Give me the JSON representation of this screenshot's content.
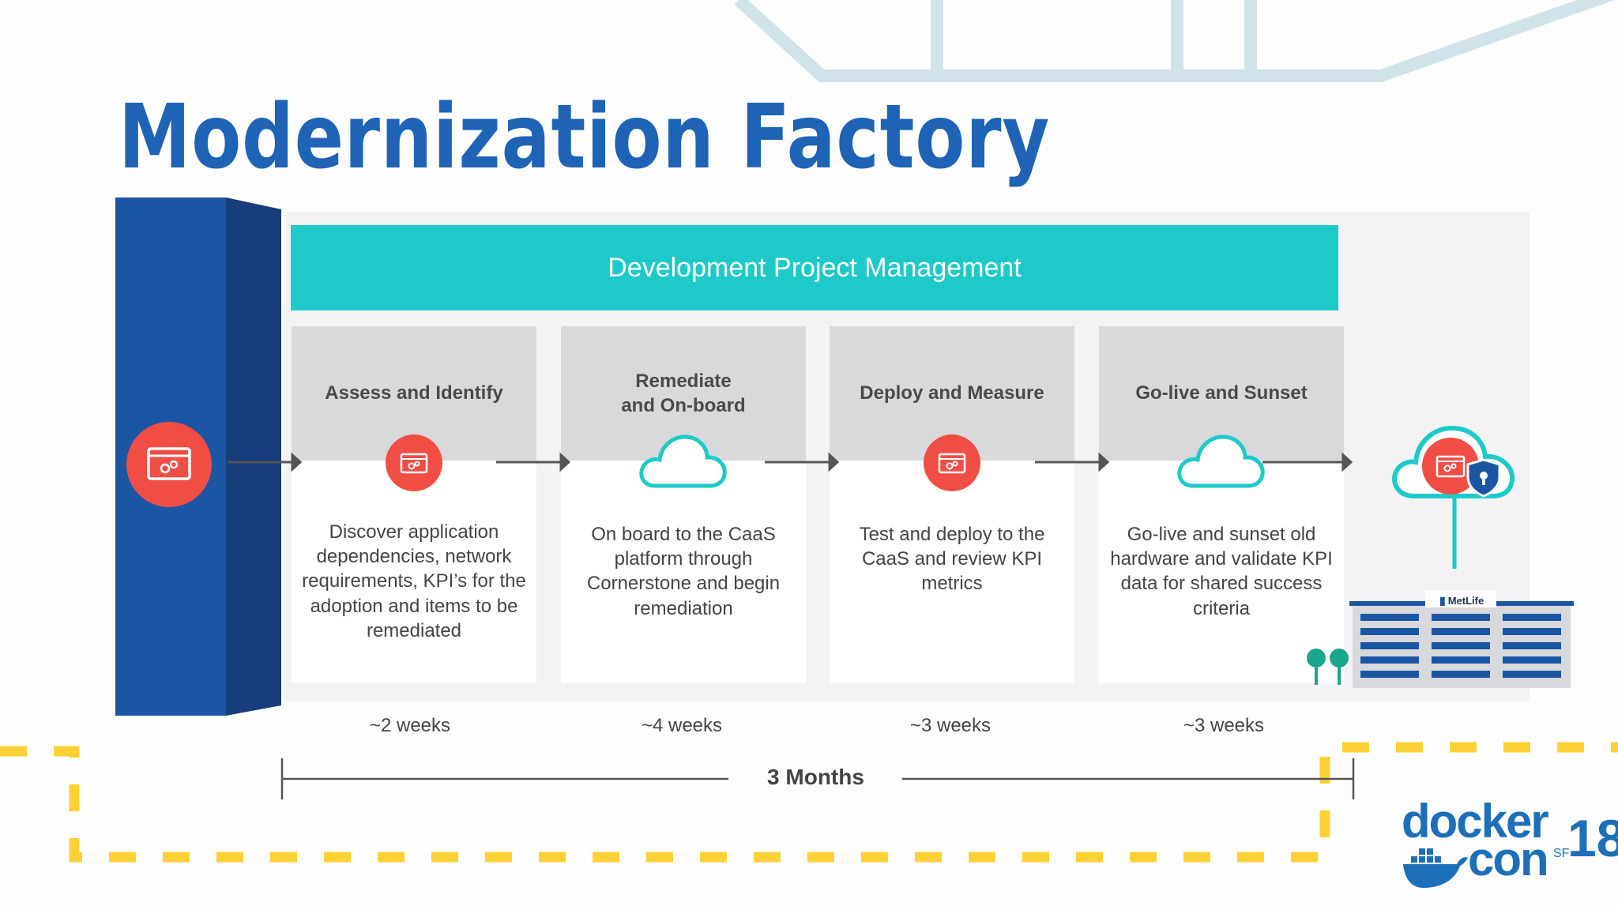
{
  "title": "Modernization Factory",
  "banner": "Development Project Management",
  "stages": [
    {
      "title": "Assess and Identify",
      "icon": "app-gear-icon",
      "description": "Discover application dependencies, network requirements, KPI’s for the adoption and items to be remediated",
      "duration": "~2 weeks"
    },
    {
      "title": "Remediate\nand On-board",
      "icon": "cloud-icon",
      "description": "On board to the CaaS platform through Cornerstone and begin remediation",
      "duration": "~4 weeks"
    },
    {
      "title": "Deploy and Measure",
      "icon": "app-gear-icon",
      "description": "Test and deploy to the CaaS and review KPI metrics",
      "duration": "~3 weeks"
    },
    {
      "title": "Go-live and Sunset",
      "icon": "cloud-icon",
      "description": "Go-live and sunset old hardware and validate KPI data for shared success criteria",
      "duration": "~3 weeks"
    }
  ],
  "timeline": {
    "label": "3 Months"
  },
  "building": {
    "sign": "MetLife"
  },
  "logo": {
    "line1": "docker",
    "line2": "con",
    "sup": "SF",
    "year": "18"
  },
  "colors": {
    "title": "#1e63b6",
    "banner": "#1dcac9",
    "pillar_front": "#1b56a5",
    "pillar_side": "#173d7a",
    "icon_red": "#f04e45",
    "dashed": "#fdd133"
  }
}
